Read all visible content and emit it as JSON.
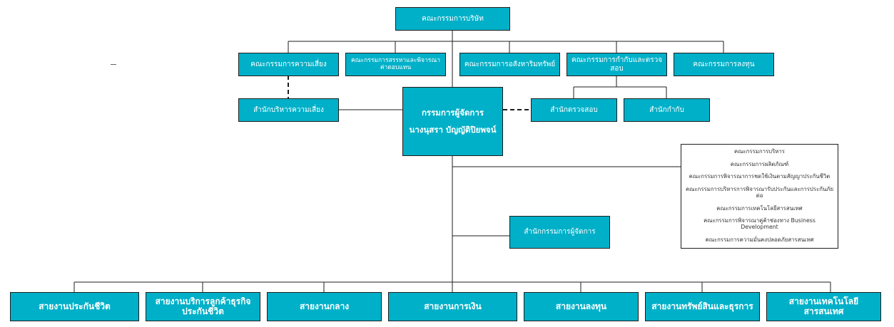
{
  "board": "คณะกรรมการบริษัท",
  "committees": [
    "คณะกรรมการความเสี่ยง",
    "คณะกรรมการสรรหาและพิจารณาค่าตอบแทน",
    "คณะกรรมการอสังหาริมทรัพย์",
    "คณะกรรมการกำกับและตรวจสอบ",
    "คณะกรรมการลงทุน"
  ],
  "risk_office": "สำนักบริหารความเสี่ยง",
  "ceo": {
    "title": "กรรมการผู้จัดการ",
    "name": "นางนุสรา บัญญัติปิยพจน์"
  },
  "audit_offices": [
    "สำนักตรวจสอบ",
    "สำนักกำกับ"
  ],
  "management_committees": [
    "คณะกรรมการบริหาร",
    "คณะกรรมการผลิตภัณฑ์",
    "คณะกรรมการพิจารณาการชดใช้เงินตามสัญญาประกันชีวิต",
    "คณะกรรมการบริหารการพิจารณารับประกันและการประกันภัยต่อ",
    "คณะกรรมการเทคโนโลยีสารสนเทศ",
    "คณะกรรมการพิจารณาคู่ค้าช่องทาง Business Development",
    "คณะกรรมการความมั่นคงปลอดภัยสารสนเทศ"
  ],
  "ceo_office": "สำนักกรรมการผู้จัดการ",
  "divisions": [
    "สายงานประกันชีวิต",
    "สายงานบริการลูกค้าธุรกิจประกันชีวิต",
    "สายงานกลาง",
    "สายงานการเงิน",
    "สายงานลงทุน",
    "สายงานทรัพย์สินและธุรการ",
    "สายงานเทคโนโลยีสารสนเทศ"
  ],
  "colors": {
    "box_fill": "#00b0c8",
    "box_text": "#ffffff",
    "line": "#1d1d1d"
  }
}
